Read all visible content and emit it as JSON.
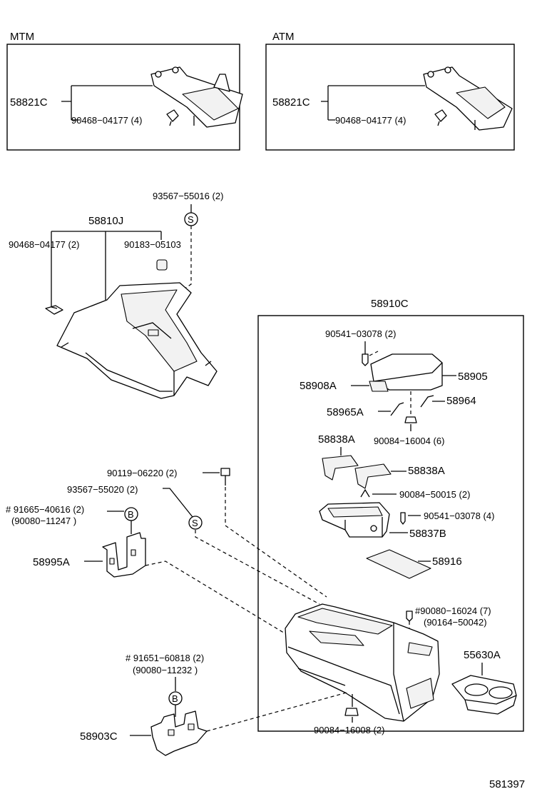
{
  "sections": {
    "mtm": "MTM",
    "atm": "ATM"
  },
  "labels": {
    "p58821c_mtm": "58821C",
    "p90468_mtm": "90468−04177 (4)",
    "p58821c_atm": "58821C",
    "p90468_atm": "90468−04177 (4)",
    "p93567_55016": "93567−55016 (2)",
    "p58810j": "58810J",
    "p90468_2": "90468−04177 (2)",
    "p90183": "90183−05103",
    "p58910c": "58910C",
    "p90541_2": "90541−03078 (2)",
    "p58905": "58905",
    "p58908a": "58908A",
    "p58964": "58964",
    "p58965a": "58965A",
    "p90084_16004": "90084−16004 (6)",
    "p58838a_1": "58838A",
    "p58838a_2": "58838A",
    "p90119": "90119−06220 (2)",
    "p93567_55020": "93567−55020 (2)",
    "p90084_50015": "90084−50015 (2)",
    "p91665": "# 91665−40616 (2)",
    "p90080_11247": "(90080−11247 )",
    "p90541_4": "90541−03078 (4)",
    "p58837b": "58837B",
    "p58995a": "58995A",
    "p58916": "58916",
    "p90080_16024": "#90080−16024 (7)",
    "p90164": "(90164−50042)",
    "p91651": "# 91651−60818 (2)",
    "p90080_11232": "(90080−11232 )",
    "p55630a": "55630A",
    "p58903c": "58903C",
    "p90084_16008": "90084−16008 (2)"
  },
  "markers": {
    "s": "S",
    "b": "B"
  },
  "diagram_id": "581397"
}
